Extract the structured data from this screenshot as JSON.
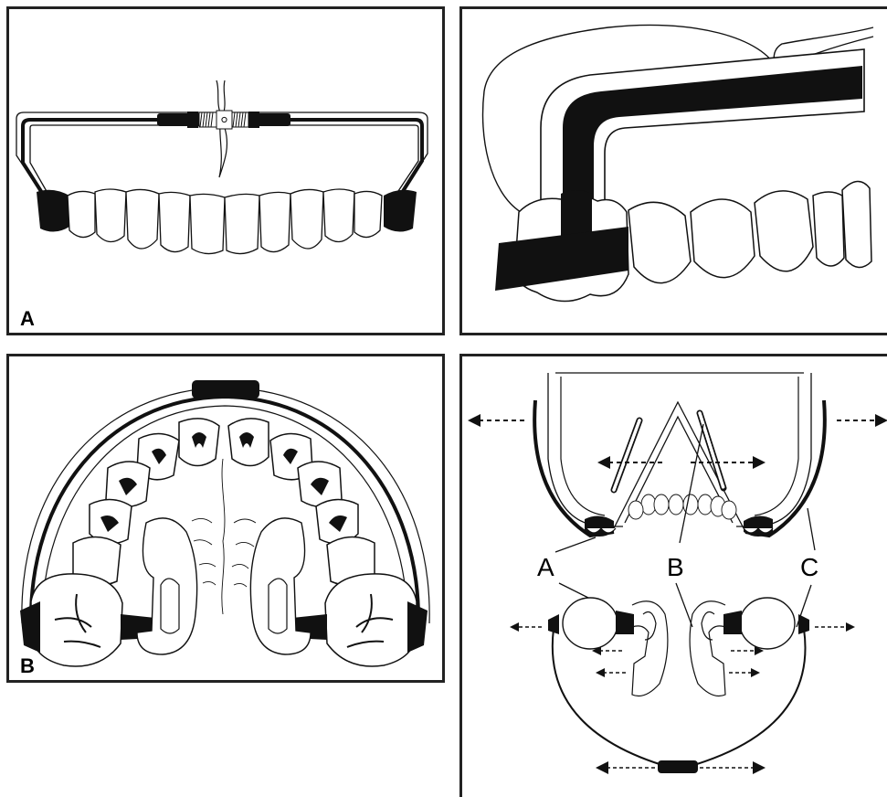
{
  "panels": {
    "a": {
      "label": "A"
    },
    "side": {
      "label": ""
    },
    "b": {
      "label": "B"
    },
    "expansion": {
      "callouts": [
        "A",
        "B",
        "C"
      ]
    }
  },
  "colors": {
    "ink": "#111111",
    "paper": "#ffffff",
    "border": "#222222"
  },
  "icons": {
    "arrow": "dashed-double-arrow-icon",
    "screw": "expansion-screw-icon"
  }
}
